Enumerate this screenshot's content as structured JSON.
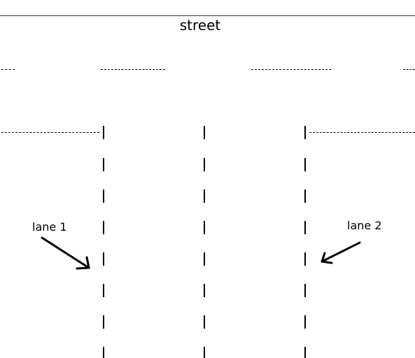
{
  "labels": {
    "street": "street",
    "lane_1": "lane 1",
    "lane_2": "lane 2"
  },
  "colors": {
    "background": "#ffffff",
    "ink": "#000000",
    "rule": "#333333"
  }
}
